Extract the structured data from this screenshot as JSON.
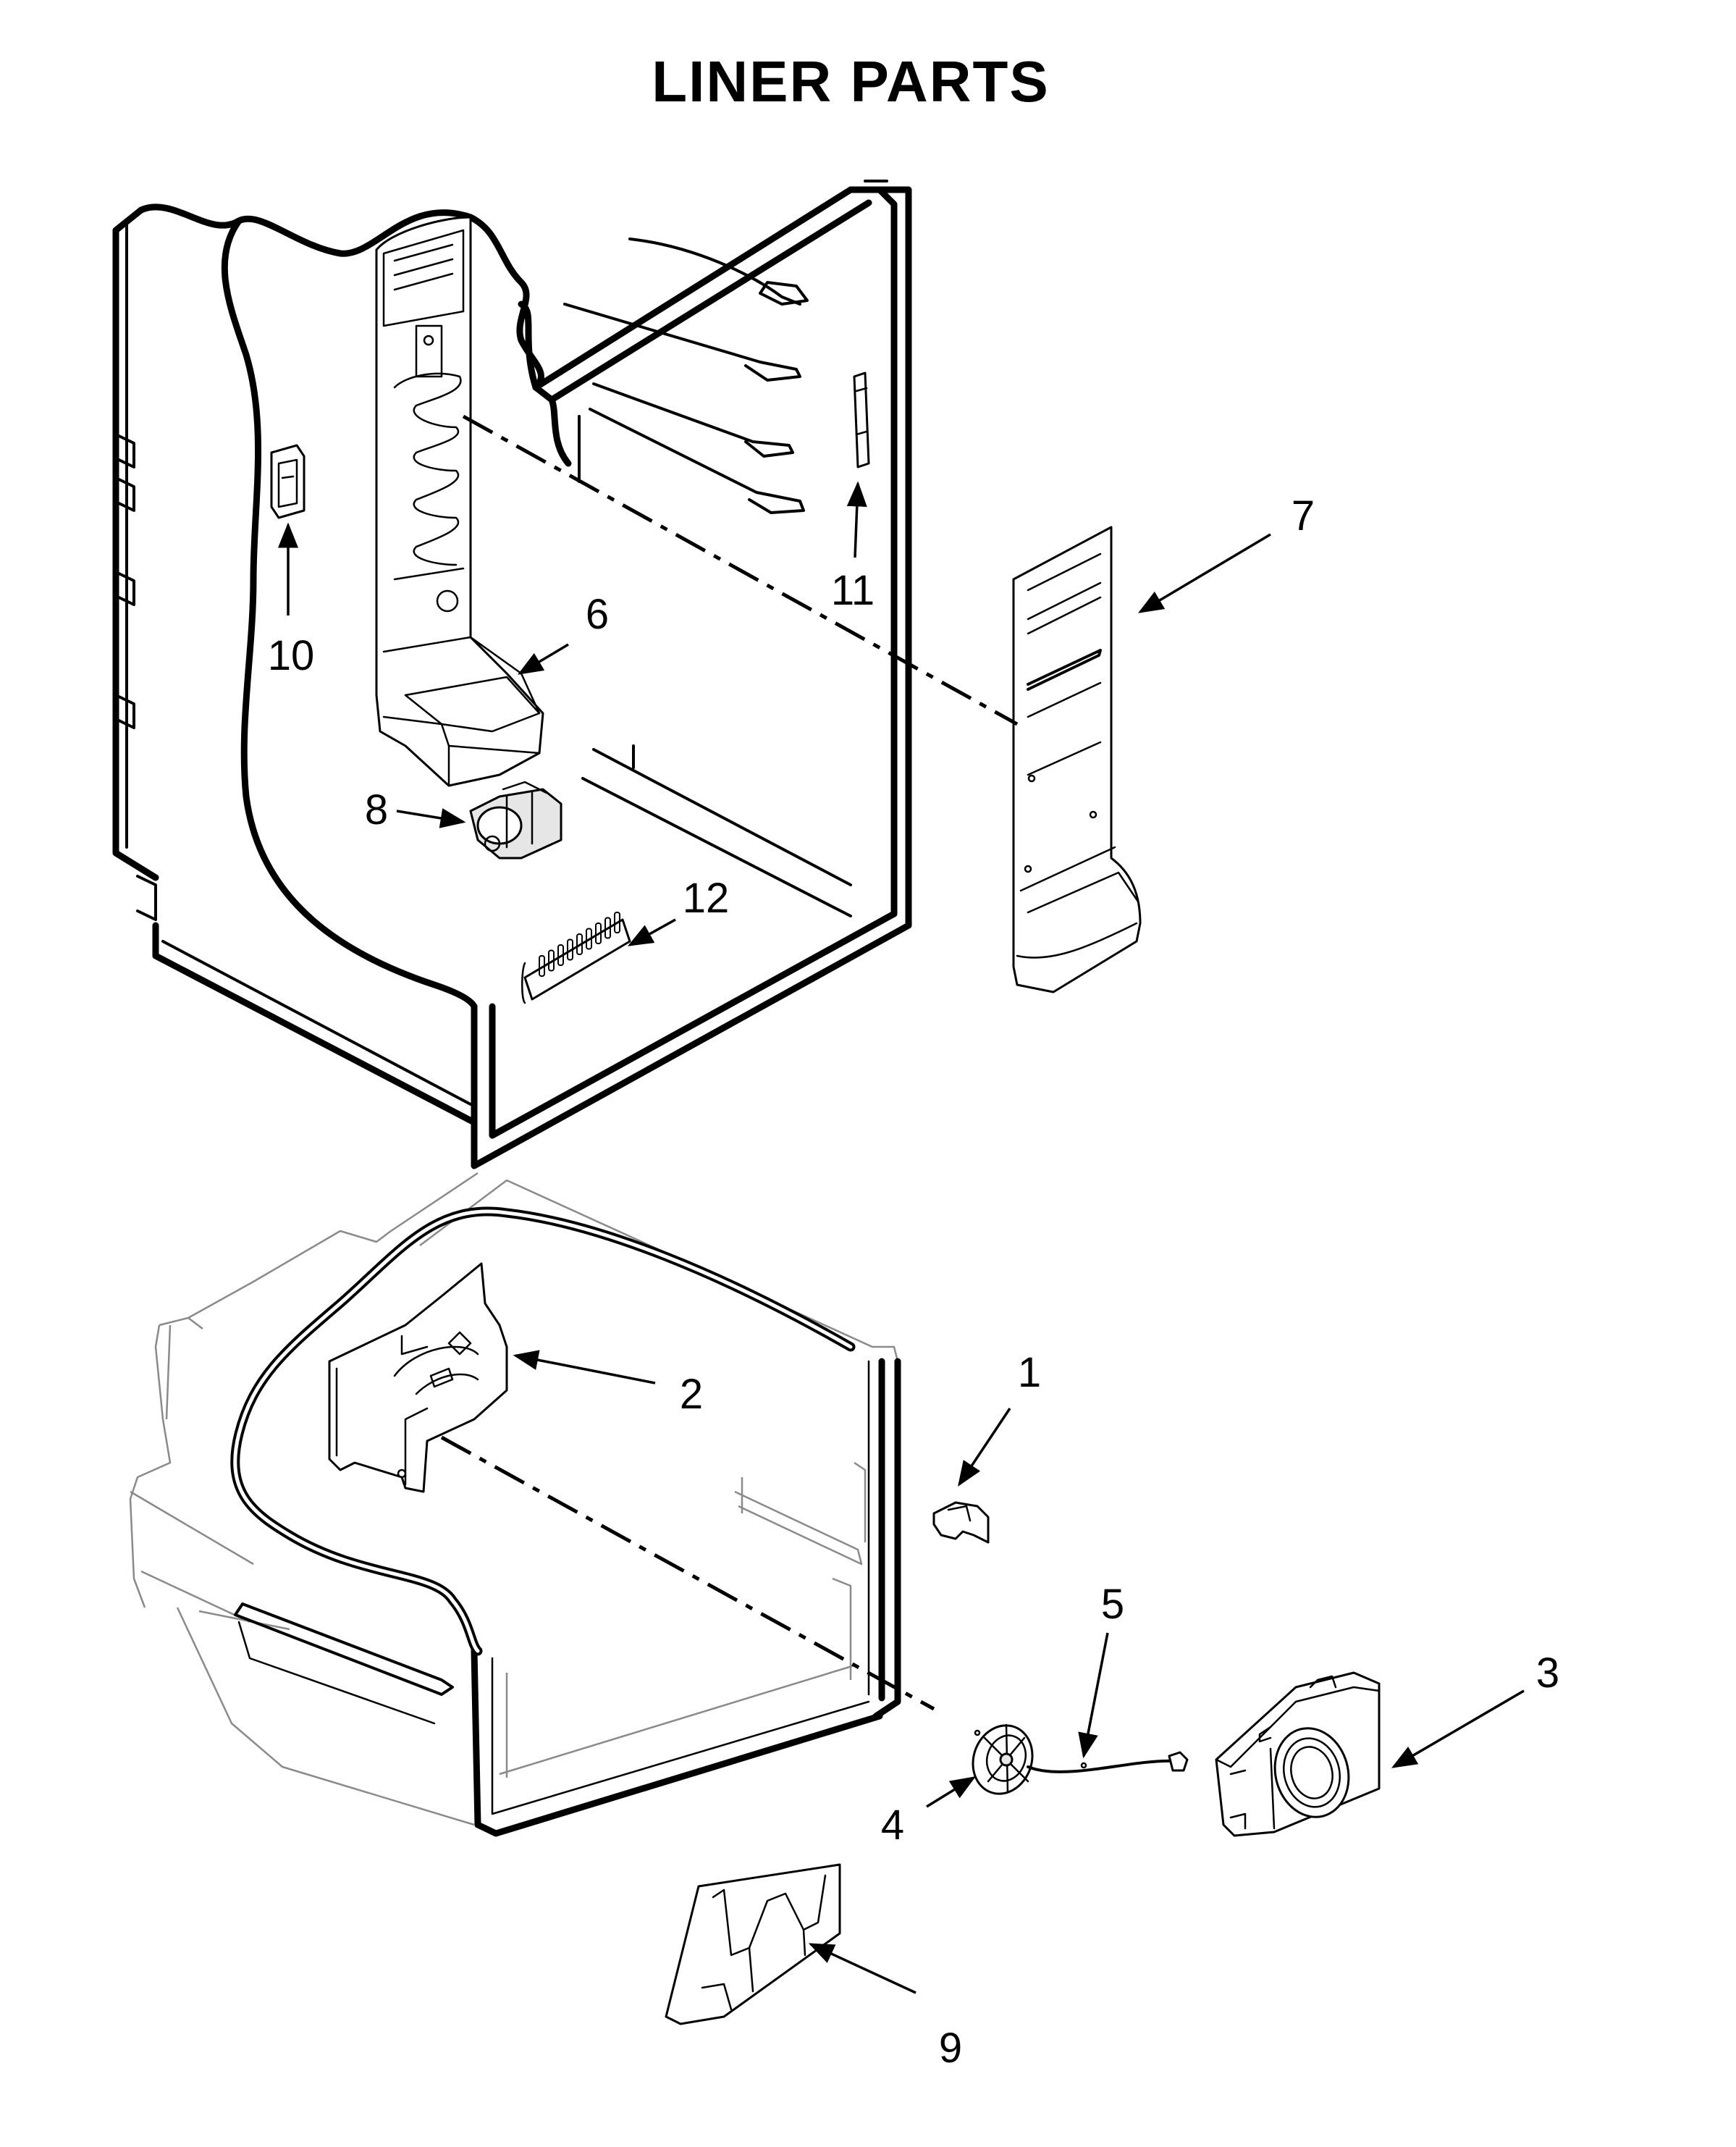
{
  "title": "LINER PARTS",
  "callouts": [
    "1",
    "2",
    "3",
    "4",
    "5",
    "6",
    "7",
    "8",
    "9",
    "10",
    "11",
    "12"
  ]
}
